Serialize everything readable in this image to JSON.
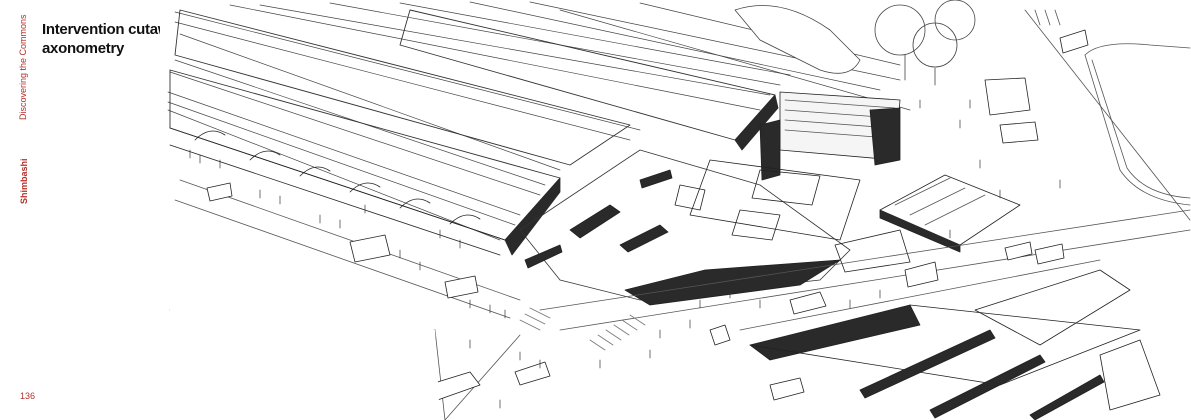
{
  "margin": {
    "running_head": "Discovering the Commons",
    "section": "Shimbashi",
    "page_number": "136"
  },
  "title": {
    "line1": "Intervention cutaway",
    "line2": "axonometry"
  },
  "colors": {
    "accent_red": "#b3302a",
    "ink": "#111111",
    "paper": "#ffffff"
  },
  "figure": {
    "type": "architectural cutaway axonometric line drawing",
    "hatched_fill": "#2a2a2a"
  }
}
